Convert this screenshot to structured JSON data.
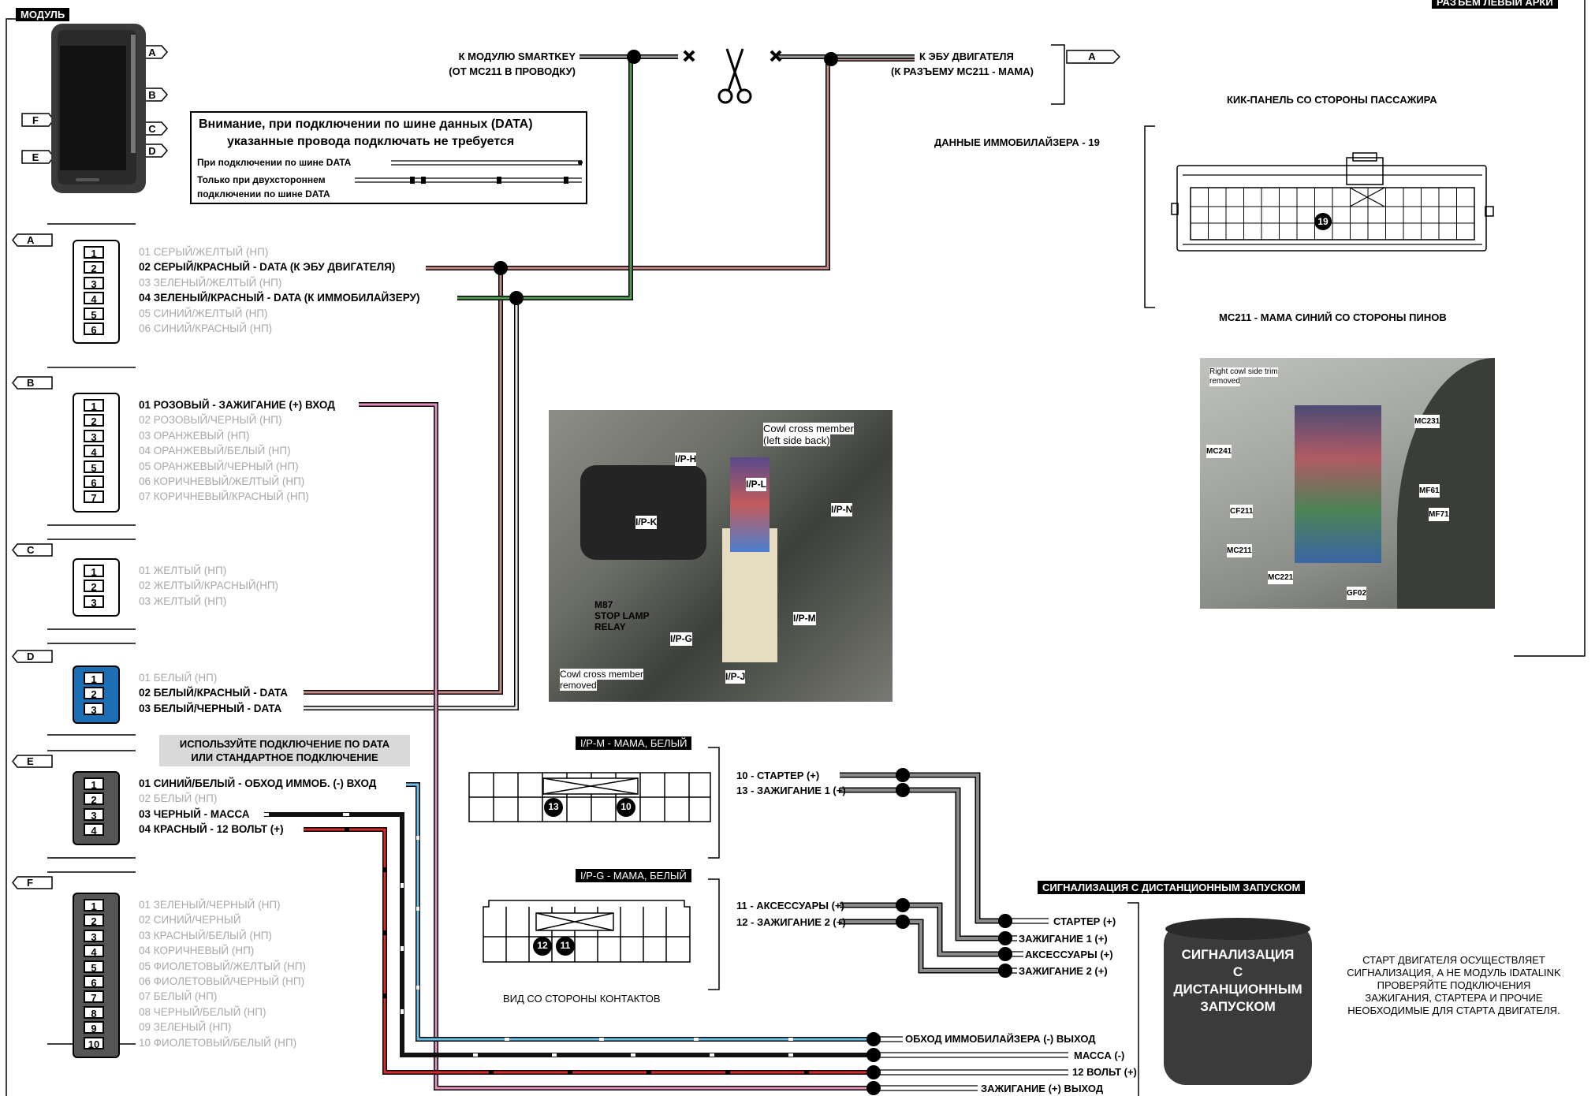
{
  "header": {
    "module_label": "МОДУЛЬ",
    "top_right_label": "РАЗЪЕМ ЛЕВЫЙ АРКИ"
  },
  "module_tabs": [
    "A",
    "B",
    "C",
    "D",
    "E",
    "F"
  ],
  "smartkey": {
    "line1": "К МОДУЛЮ SMARTKEY",
    "line2": "(ОТ MC211 В ПРОВОДКУ)"
  },
  "ecu": {
    "line1": "К ЭБУ ДВИГАТЕЛЯ",
    "line2": "(К РАЗЪЕМУ MC211 - МАМА)",
    "tab": "A"
  },
  "notice": {
    "title1": "Внимание, при подключении по шине данных (DATA)",
    "title2": "указанные провода подключать не требуется",
    "row1": "При подключении по шине DATA",
    "row2a": "Только при двухстороннем",
    "row2b": "подключении по шине DATA"
  },
  "connectors": {
    "A": {
      "label": "A",
      "wires": [
        {
          "pin": "1",
          "text": "01 СЕРЫЙ/ЖЕЛТЫЙ (НП)",
          "active": false
        },
        {
          "pin": "2",
          "text": "02 СЕРЫЙ/КРАСНЫЙ - DATA (К ЭБУ ДВИГАТЕЛЯ)",
          "active": true
        },
        {
          "pin": "3",
          "text": "03 ЗЕЛЕНЫЙ/ЖЕЛТЫЙ (НП)",
          "active": false
        },
        {
          "pin": "4",
          "text": "04 ЗЕЛЕНЫЙ/КРАСНЫЙ - DATA (К ИММОБИЛАЙЗЕРУ)",
          "active": true
        },
        {
          "pin": "5",
          "text": "05 СИНИЙ/ЖЕЛТЫЙ (НП)",
          "active": false
        },
        {
          "pin": "6",
          "text": "06 СИНИЙ/КРАСНЫЙ (НП)",
          "active": false
        }
      ]
    },
    "B": {
      "label": "B",
      "wires": [
        {
          "pin": "1",
          "text": "01 РОЗОВЫЙ - ЗАЖИГАНИЕ (+) ВХОД",
          "active": true
        },
        {
          "pin": "2",
          "text": "02 РОЗОВЫЙ/ЧЕРНЫЙ (НП)",
          "active": false
        },
        {
          "pin": "3",
          "text": "03 ОРАНЖЕВЫЙ (НП)",
          "active": false
        },
        {
          "pin": "4",
          "text": "04 ОРАНЖЕВЫЙ/БЕЛЫЙ (НП)",
          "active": false
        },
        {
          "pin": "5",
          "text": "05 ОРАНЖЕВЫЙ/ЧЕРНЫЙ (НП)",
          "active": false
        },
        {
          "pin": "6",
          "text": "06 КОРИЧНЕВЫЙ/ЖЕЛТЫЙ (НП)",
          "active": false
        },
        {
          "pin": "7",
          "text": "07 КОРИЧНЕВЫЙ/КРАСНЫЙ (НП)",
          "active": false
        }
      ]
    },
    "C": {
      "label": "C",
      "wires": [
        {
          "pin": "1",
          "text": "01 ЖЕЛТЫЙ (НП)",
          "active": false
        },
        {
          "pin": "2",
          "text": "02 ЖЕЛТЫЙ/КРАСНЫЙ(НП)",
          "active": false
        },
        {
          "pin": "3",
          "text": "03 ЖЕЛТЫЙ (НП)",
          "active": false
        }
      ]
    },
    "D": {
      "label": "D",
      "wires": [
        {
          "pin": "1",
          "text": "01 БЕЛЫЙ (НП)",
          "active": false
        },
        {
          "pin": "2",
          "text": "02 БЕЛЫЙ/КРАСНЫЙ - DATA",
          "active": true
        },
        {
          "pin": "3",
          "text": "03 БЕЛЫЙ/ЧЕРНЫЙ - DATA",
          "active": true
        }
      ]
    },
    "E": {
      "label": "E",
      "wires": [
        {
          "pin": "1",
          "text": "01 СИНИЙ/БЕЛЫЙ - ОБХОД ИММОБ. (-) ВХОД",
          "active": true
        },
        {
          "pin": "2",
          "text": "02 БЕЛЫЙ (НП)",
          "active": false
        },
        {
          "pin": "3",
          "text": "03 ЧЕРНЫЙ - МАССА",
          "active": true
        },
        {
          "pin": "4",
          "text": "04 КРАСНЫЙ - 12 ВОЛЬТ (+)",
          "active": true
        }
      ]
    },
    "F": {
      "label": "F",
      "wires": [
        {
          "pin": "1",
          "text": "01 ЗЕЛЕНЫЙ/ЧЕРНЫЙ (НП)",
          "active": false
        },
        {
          "pin": "2",
          "text": "02 СИНИЙ/ЧЕРНЫЙ",
          "active": false
        },
        {
          "pin": "3",
          "text": "03 КРАСНЫЙ/БЕЛЫЙ (НП)",
          "active": false
        },
        {
          "pin": "4",
          "text": "04 КОРИЧНЕВЫЙ (НП)",
          "active": false
        },
        {
          "pin": "5",
          "text": "05 ФИОЛЕТОВЫЙ/ЖЕЛТЫЙ (НП)",
          "active": false
        },
        {
          "pin": "6",
          "text": "06 ФИОЛЕТОВЫЙ/ЧЕРНЫЙ (НП)",
          "active": false
        },
        {
          "pin": "7",
          "text": "07 БЕЛЫЙ (НП)",
          "active": false
        },
        {
          "pin": "8",
          "text": "08 ЧЕРНЫЙ/БЕЛЫЙ (НП)",
          "active": false
        },
        {
          "pin": "9",
          "text": "09 ЗЕЛЕНЫЙ (НП)",
          "active": false
        },
        {
          "pin": "10",
          "text": "10 ФИОЛЕТОВЫЙ/БЕЛЫЙ (НП)",
          "active": false
        }
      ]
    }
  },
  "data_note": {
    "line1": "ИСПОЛЬЗУЙТЕ  ПОДКЛЮЧЕНИЕ ПО DATA",
    "line2": "ИЛИ  СТАНДАРТНОЕ ПОДКЛЮЧЕНИЕ"
  },
  "kick_panel": {
    "title": "КИК-ПАНЕЛЬ СО СТОРОНЫ ПАССАЖИРА",
    "immo_data": "ДАННЫЕ ИММОБИЛАЙЗЕРА - 19",
    "pin_number": "19",
    "caption": "MC211 - МАМА СИНИЙ СО СТОРОНЫ ПИНОВ"
  },
  "photo1": {
    "labels": [
      "Cowl cross member",
      "(left side back)",
      "I/P-H",
      "I/P-L",
      "I/P-N",
      "I/P-K",
      "M87",
      "STOP LAMP",
      "RELAY",
      "I/P-G",
      "I/P-M",
      "I/P-J",
      "Cowl cross member",
      "removed"
    ]
  },
  "photo2": {
    "labels": [
      "Right cowl side trim",
      "removed",
      "MC231",
      "MC241",
      "MF61",
      "CF211",
      "MF71",
      "MC211",
      "MC221",
      "GF02"
    ]
  },
  "ipm": {
    "title": "I/P-M - МАМА, БЕЛЫЙ",
    "pins": [
      "13",
      "10"
    ],
    "wire10": "10 - СТАРТЕР (+)",
    "wire13": "13 - ЗАЖИГАНИЕ 1 (+)"
  },
  "ipg": {
    "title": "I/P-G - МАМА, БЕЛЫЙ",
    "pins": [
      "12",
      "11"
    ],
    "wire11": "11 - АКСЕССУАРЫ  (+)",
    "wire12": "12 - ЗАЖИГАНИЕ 2 (+)",
    "view_label": "ВИД СО СТОРОНЫ КОНТАКТОВ"
  },
  "remote_start": {
    "header": "СИГНАЛИЗАЦИЯ С ДИСТАНЦИОННЫМ ЗАПУСКОМ",
    "outputs": [
      "СТАРТЕР (+)",
      "ЗАЖИГАНИЕ 1 (+)",
      "АКСЕССУАРЫ (+)",
      "ЗАЖИГАНИЕ 2 (+)"
    ],
    "device_lines": [
      "СИГНАЛИЗАЦИЯ",
      "С",
      "ДИСТАНЦИОННЫМ",
      "ЗАПУСКОМ"
    ],
    "note_lines": [
      "СТАРТ ДВИГАТЕЛЯ ОСУЩЕСТВЛЯЕТ",
      "СИГНАЛИЗАЦИЯ, А НЕ МОДУЛЬ IDATALINK",
      "ПРОВЕРЯЙТЕ ПОДКЛЮЧЕНИЯ",
      "ЗАЖИГАНИЯ, СТАРТЕРА И ПРОЧИЕ",
      "НЕОБХОДИМЫЕ ДЛЯ СТАРТА ДВИГАТЕЛЯ."
    ]
  },
  "bottom_outputs": [
    "ОБХОД ИММОБИЛАЙЗЕРА (-) ВЫХОД",
    "МАССА (-)",
    "12 ВОЛЬТ (+)",
    "ЗАЖИГАНИЕ (+) ВЫХОД"
  ],
  "colors": {
    "gray_red": "#c98a86",
    "green": "#4e9a52",
    "pink": "#e58fbf",
    "blue": "#6cc3ea",
    "black": "#111111",
    "red": "#d62b2b",
    "gray": "#8a8a8a",
    "module_blue": "#1c6fb5"
  }
}
